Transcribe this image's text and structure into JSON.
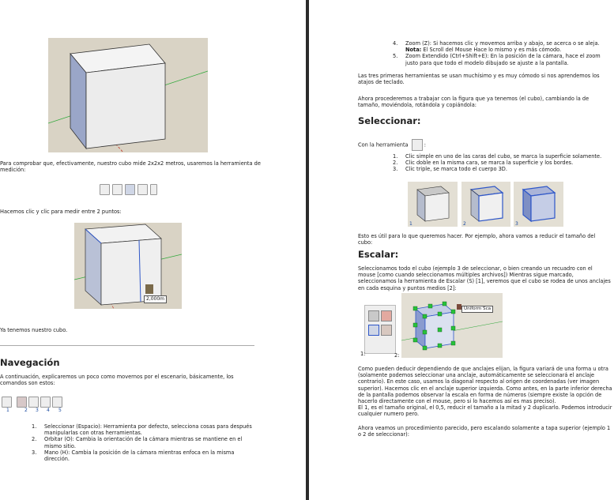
{
  "left": {
    "p_measure": "Para comprobar que, efectivamente, nuestro cubo mide 2x2x2 metros, usaremos la herramienta de medición:",
    "p_click": "Hacemos clic y clic para medir entre 2 puntos:",
    "measure_tag": "2,000m",
    "p_done": "Ya tenemos nuestro cubo.",
    "h_nav": "Navegación",
    "p_nav": "A continuación, explicaremos un poco como movernos por el escenario, básicamente, los comandos son estos:",
    "nav_numbers": [
      "1",
      "2",
      "3",
      "4",
      "5"
    ],
    "nav_list": [
      {
        "n": "1.",
        "t": "Seleccionar (Espacio): Herramienta por defecto, selecciona cosas para después manipularlas con otras herramientas."
      },
      {
        "n": "2.",
        "t": "Orbitar (O): Cambia la orientación de la cámara mientras se mantiene en el mismo sitio."
      },
      {
        "n": "3.",
        "t": "Mano (H): Cambia la posición de la cámara mientras enfoca en la misma dirección."
      }
    ]
  },
  "right": {
    "list_top": [
      {
        "n": "4.",
        "t": "Zoom (Z): Si hacemos clic y movemos arriba y abajo, se acerca o se aleja.",
        "note_label": "Nota:",
        "note": " El Scroll del Mouse Hace lo mismo y es más cómodo."
      },
      {
        "n": "5.",
        "t": "Zoom Extendido (Ctrl+Shift+E): En la posición de la cámara, hace el zoom justo para que todo el modelo dibujado se ajuste a la pantalla."
      }
    ],
    "p_tools": "Las tres primeras herramientas se usan muchísimo y es muy cómodo si nos aprendemos los atajos de teclado.",
    "p_proceed": "Ahora procederemos a trabajar con la figura que ya tenemos (el cubo), cambiando la de tamaño, moviéndola, rotándola y copiándola:",
    "h_select": "Seleccionar:",
    "p_with_tool": "Con la herramienta",
    "p_with_tool_end": ":",
    "select_list": [
      {
        "n": "1.",
        "t": "Clic simple en uno de las caras del cubo, se marca la superficie solamente."
      },
      {
        "n": "2.",
        "t": "Clic doble en la misma cara, se marca la superficie y los bordes."
      },
      {
        "n": "3.",
        "t": "Clic triple, se marca todo el cuerpo 3D."
      }
    ],
    "select_numbers": [
      "1",
      "2",
      "3"
    ],
    "p_useful": "Esto es útil para lo que queremos hacer. Por ejemplo, ahora vamos a reducir el tamaño del cubo:",
    "h_scale": "Escalar:",
    "p_scale": "Seleccionamos todo el cubo (ejemplo 3 de seleccionar, o bien creando un recuadro con el mouse [como cuando seleccionamos múltiples archivos]) Mientras sigue marcado, seleccionamos la herramienta de Escalar (S) [1], veremos que el cubo se rodea de unos anclajes en cada esquina y puntos medios [2]:",
    "scale_label_1": "1:",
    "scale_label_2": "2:",
    "scale_tooltip": "Uniform Sca",
    "p_deduce": "Como pueden deducir dependiendo de que anclajes elijan, la figura variará de una forma u otra (solamente podemos seleccionar una anclaje, automáticamente se seleccionará el anclaje contrario). En este caso, usamos la diagonal respecto al origen de coordenadas (ver imagen superior). Hacemos clic en el anclaje superior izquierda. Como antes, en la parte inferior derecha de la pantalla podemos observar la escala en forma de números (siempre existe la opción de hacerlo directamente con el mouse, pero si lo hacemos así es mas preciso).",
    "p_values": "El 1, es el tamaño original, el 0,5, reducir el tamaño a la mitad y 2 duplicarlo. Podemos introducir cualquier numero pero.",
    "p_next": "Ahora veamos un procedimiento parecido, pero escalando solamente a tapa superior (ejemplo 1 o 2 de seleccionar):"
  },
  "colors": {
    "sketch_bg": "#d9d3c5",
    "axis_green": "#2fa83a",
    "axis_red": "#c0392b",
    "axis_blue": "#2f57c8",
    "select_blue": "#2f57c8",
    "grip_green": "#27c23a"
  }
}
